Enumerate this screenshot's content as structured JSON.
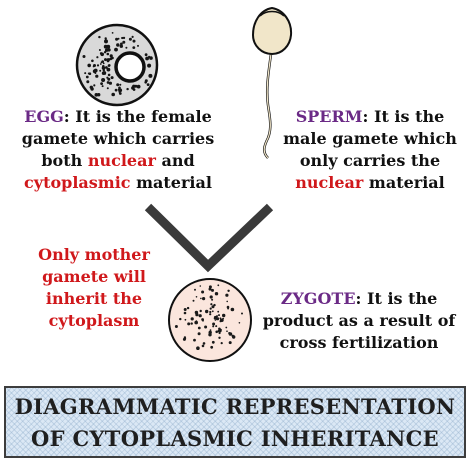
{
  "egg": {
    "term": "EGG",
    "line1_rest": ": It is the female",
    "line2": "gamete which carries",
    "line3_pre": "both ",
    "nuclear": "nuclear",
    "line3_post": " and",
    "cytoplasmic": "cytoplasmic",
    "line4_post": " material"
  },
  "sperm": {
    "term": "SPERM",
    "line1_rest": ": It is the",
    "line2": "male gamete which",
    "line3": "only carries the",
    "nuclear": "nuclear",
    "line4_post": " material"
  },
  "inheritance_note": {
    "line1": "Only mother",
    "line2": "gamete will",
    "line3": "inherit the",
    "line4": "cytoplasm"
  },
  "zygote": {
    "term": "ZYGOTE",
    "line1_rest": ": It is the",
    "line2": "product as a result of",
    "line3": "cross fertilization"
  },
  "banner": {
    "line1": "DIAGRAMMATIC REPRESENTATION",
    "line2": "OF CYTOPLASMIC INHERITANCE"
  },
  "colors": {
    "term_purple": "#6b2a86",
    "highlight_red": "#d0181b",
    "sperm_fill": "#f1e6c9",
    "zygote_fill": "#fbe6dd",
    "banner_fill": "#dbe8f5"
  }
}
